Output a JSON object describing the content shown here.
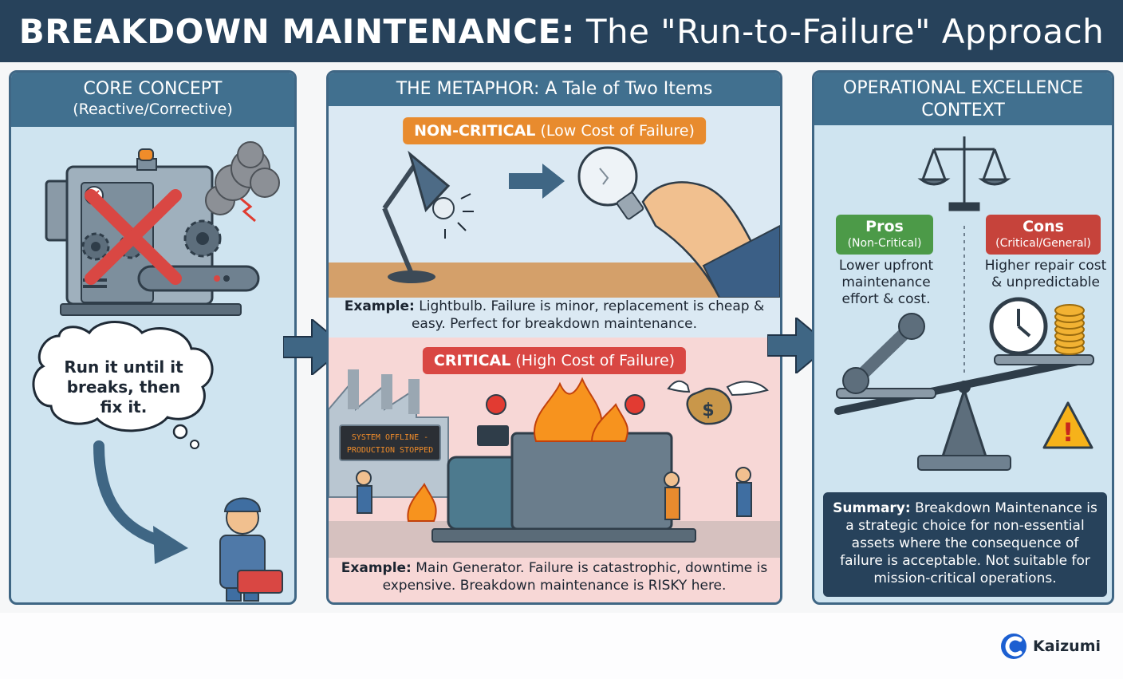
{
  "title": {
    "bold_part": "BREAKDOWN MAINTENANCE:",
    "rest": " The \"Run-to-Failure\" Approach"
  },
  "left_panel": {
    "heading": "CORE CONCEPT",
    "subheading": "(Reactive/Corrective)",
    "bubble_text": "Run it until it breaks, then fix it."
  },
  "mid_panel": {
    "heading": "THE METAPHOR: A Tale of Two Items",
    "non_critical": {
      "tag_bold": "NON-CRITICAL",
      "tag_rest": " (Low Cost of Failure)",
      "example_label": "Example:",
      "example_text": " Lightbulb. Failure is minor, replacement is cheap & easy. Perfect for breakdown maintenance."
    },
    "critical": {
      "tag_bold": "CRITICAL",
      "tag_rest": " (High Cost of Failure)",
      "sign_line1": "SYSTEM OFFLINE -",
      "sign_line2": "PRODUCTION STOPPED",
      "money_symbol": "$",
      "example_label": "Example:",
      "example_text": " Main Generator. Failure is catastrophic, downtime is expensive. Breakdown maintenance is RISKY here."
    }
  },
  "right_panel": {
    "heading": "OPERATIONAL EXCELLENCE CONTEXT",
    "pros": {
      "title": "Pros",
      "subtitle": "(Non-Critical)",
      "desc": "Lower upfront maintenance effort & cost."
    },
    "cons": {
      "title": "Cons",
      "subtitle": "(Critical/General)",
      "desc": "Higher repair cost & unpredictable"
    },
    "warning_symbol": "!",
    "summary_label": "Summary:",
    "summary_text": " Breakdown Maintenance is a strategic choice for non-essential assets where the consequence of failure is acceptable. Not suitable for mission-critical operations."
  },
  "footer": {
    "brand": "Kaizumi"
  },
  "colors": {
    "header": "#27425b",
    "panel_head": "#41708f",
    "orange": "#e88b2e",
    "red": "#d94743",
    "green": "#4c9a48",
    "arrow": "#3f6684"
  }
}
